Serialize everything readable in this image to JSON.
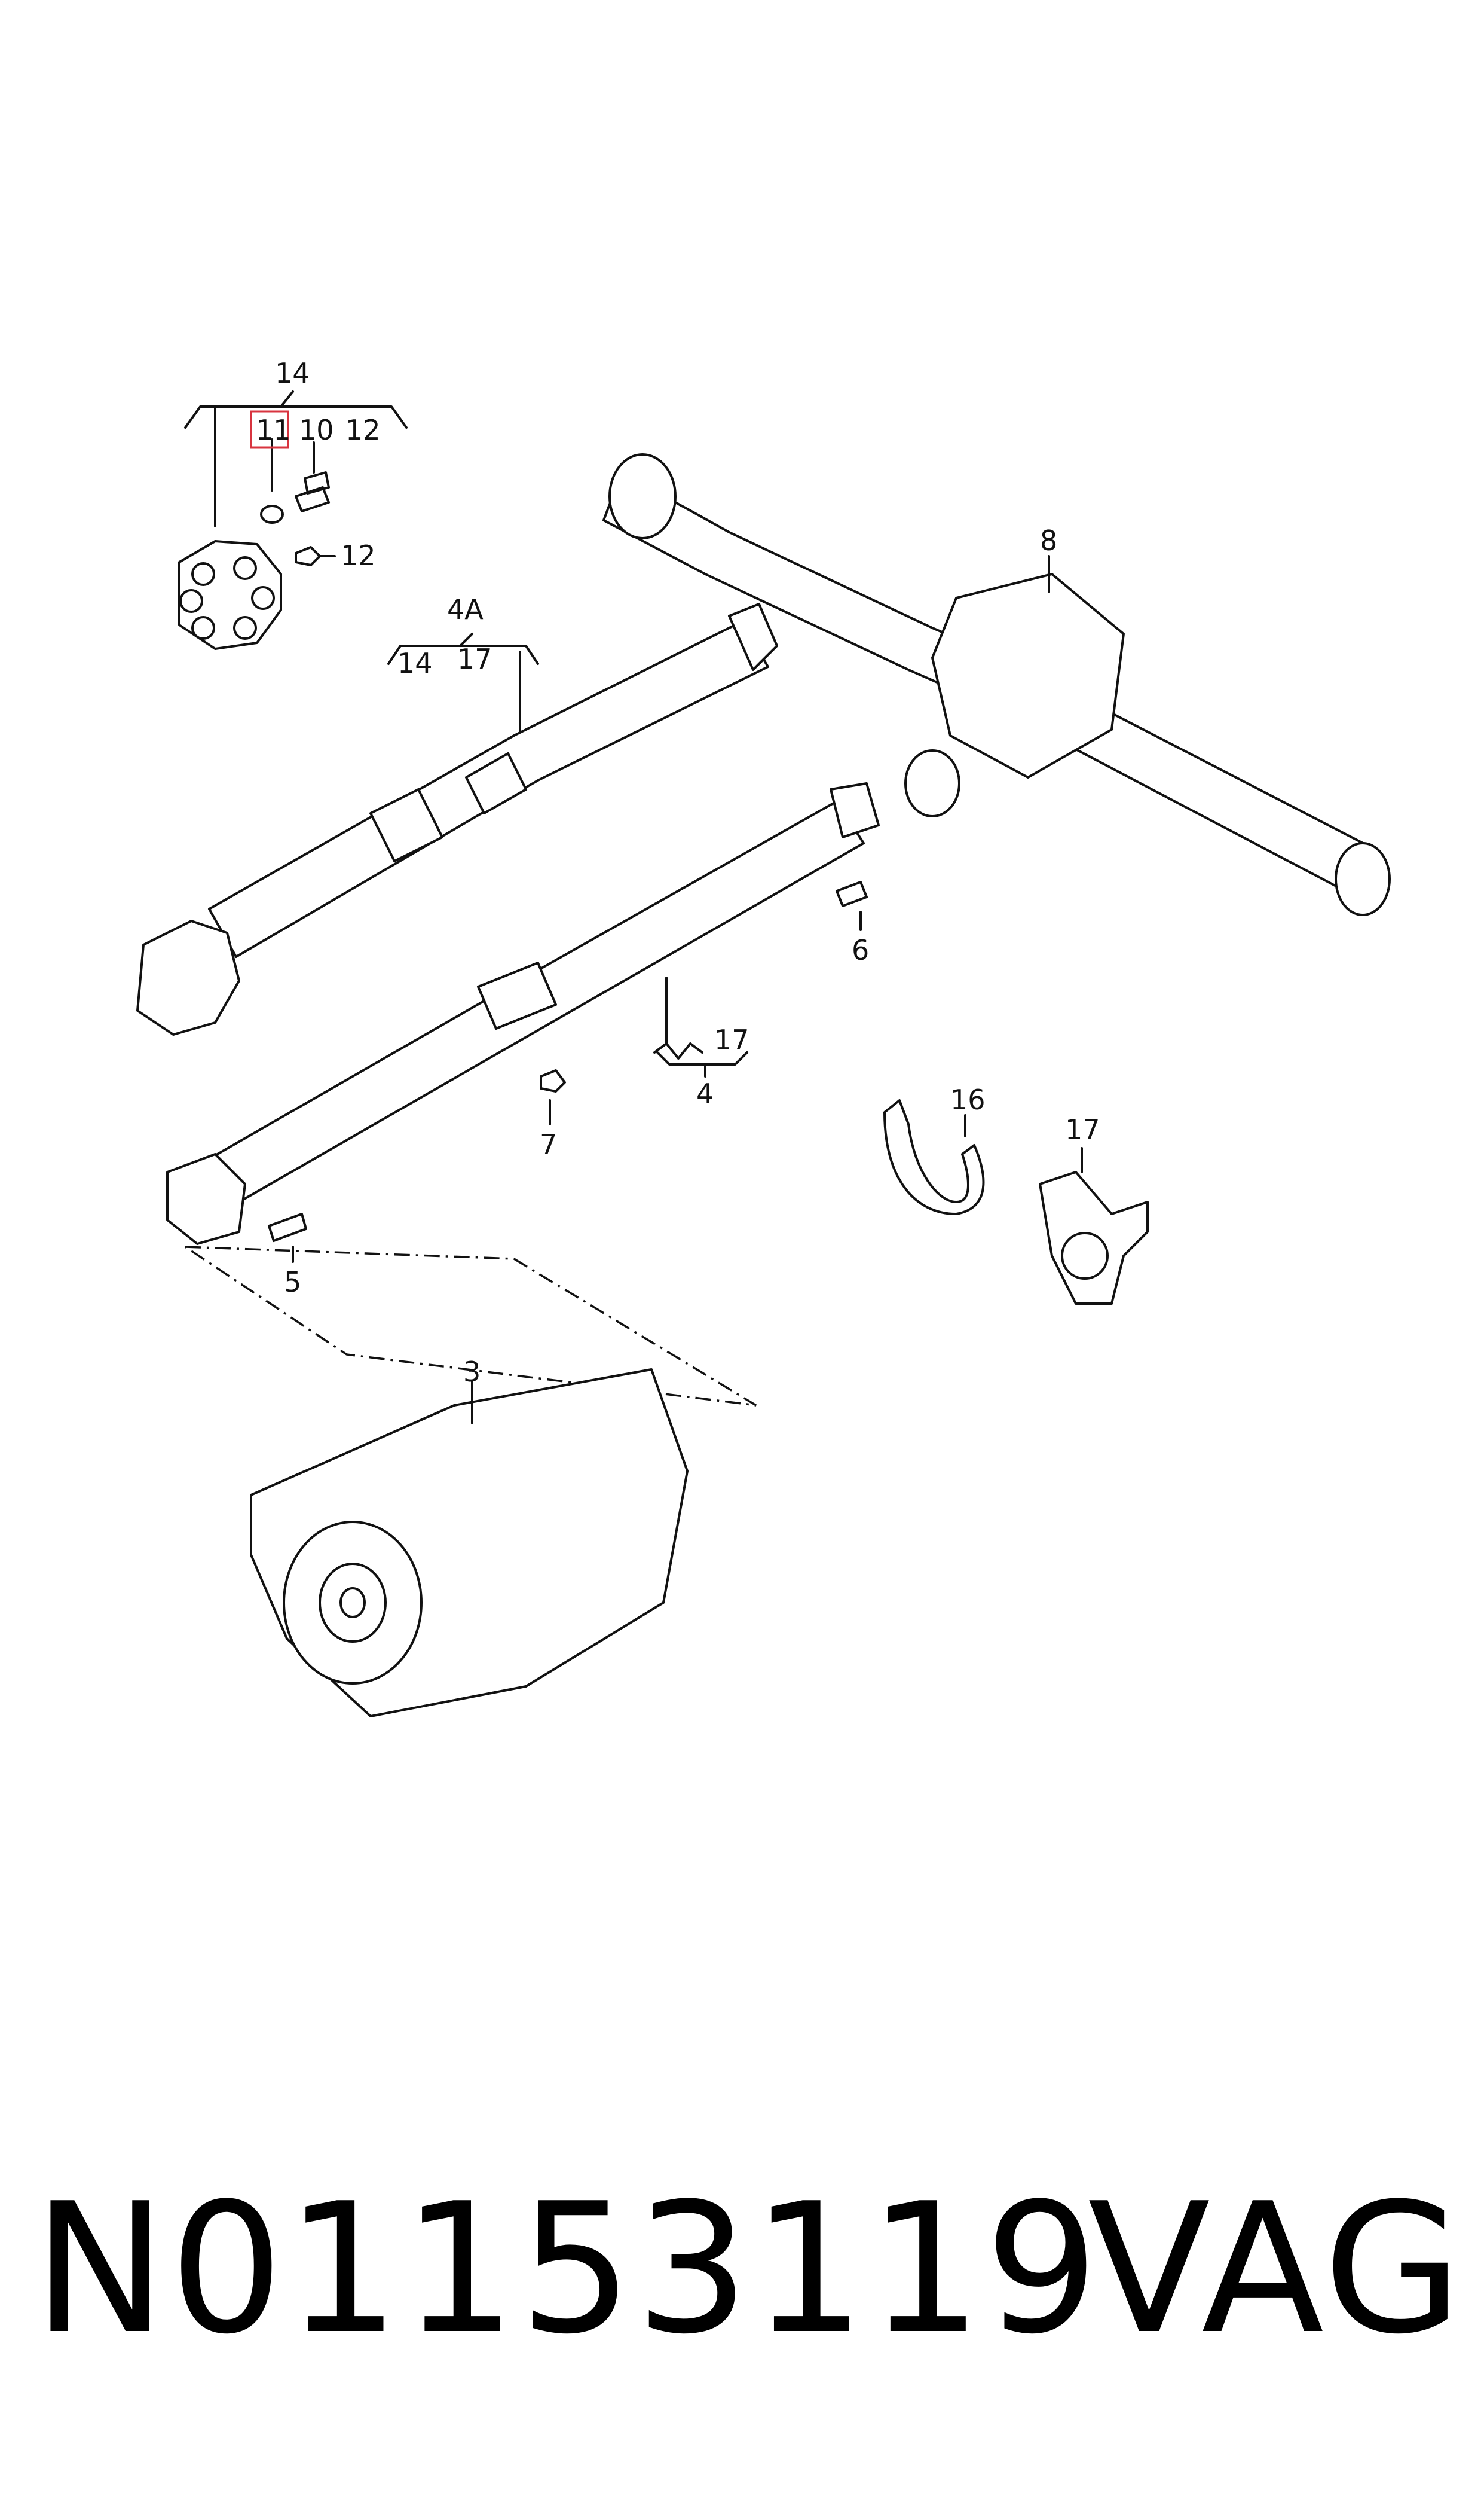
{
  "footer": {
    "part_number": "N01153119",
    "brand": "VAG"
  },
  "callouts": {
    "c14_top": "14",
    "c11": "11",
    "c10": "10",
    "c12_top": "12",
    "c12_nut": "12",
    "c4A": "4A",
    "c14_shaft": "14",
    "c17_shaft": "17",
    "c8": "8",
    "c6": "6",
    "c17_lower": "17",
    "c4": "4",
    "c7": "7",
    "c5": "5",
    "c16": "16",
    "c17_bracket": "17",
    "c3": "3"
  },
  "highlight_color": "#d8343f"
}
